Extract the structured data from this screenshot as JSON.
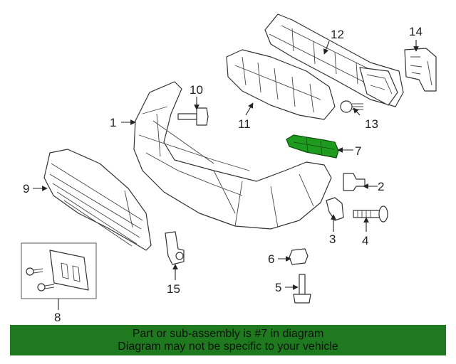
{
  "callouts": {
    "c1": "1",
    "c2": "2",
    "c3": "3",
    "c4": "4",
    "c5": "5",
    "c6": "6",
    "c7": "7",
    "c8": "8",
    "c9": "9",
    "c10": "10",
    "c11": "11",
    "c12": "12",
    "c13": "13",
    "c14": "14",
    "c15": "15"
  },
  "highlight_color": "#1e9a1e",
  "banner": {
    "line1": "Part or sub-assembly is #7 in diagram",
    "line2": "Diagram may not be specific to your vehicle",
    "background": "#1f7a1f"
  }
}
